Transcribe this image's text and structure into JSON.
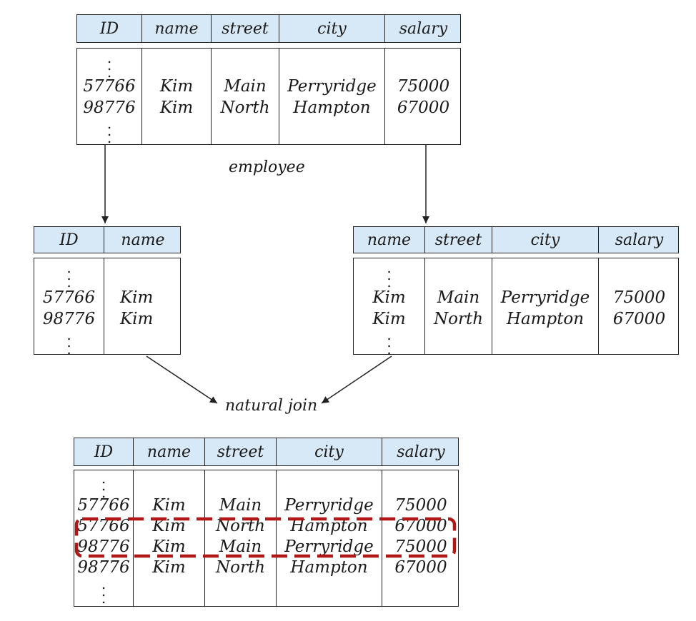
{
  "employee": {
    "caption": "employee",
    "headers": [
      "ID",
      "name",
      "street",
      "city",
      "salary"
    ],
    "rows": [
      [
        "57766",
        "Kim",
        "Main",
        "Perryridge",
        "75000"
      ],
      [
        "98776",
        "Kim",
        "North",
        "Hampton",
        "67000"
      ]
    ]
  },
  "projection_left": {
    "headers": [
      "ID",
      "name"
    ],
    "rows": [
      [
        "57766",
        "Kim"
      ],
      [
        "98776",
        "Kim"
      ]
    ]
  },
  "projection_right": {
    "headers": [
      "name",
      "street",
      "city",
      "salary"
    ],
    "rows": [
      [
        "Kim",
        "Main",
        "Perryridge",
        "75000"
      ],
      [
        "Kim",
        "North",
        "Hampton",
        "67000"
      ]
    ]
  },
  "join_label": "natural join",
  "result": {
    "headers": [
      "ID",
      "name",
      "street",
      "city",
      "salary"
    ],
    "rows": [
      [
        "57766",
        "Kim",
        "Main",
        "Perryridge",
        "75000"
      ],
      [
        "57766",
        "Kim",
        "North",
        "Hampton",
        "67000"
      ],
      [
        "98776",
        "Kim",
        "Main",
        "Perryridge",
        "75000"
      ],
      [
        "98776",
        "Kim",
        "North",
        "Hampton",
        "67000"
      ]
    ]
  },
  "highlight_color": "#b01818"
}
